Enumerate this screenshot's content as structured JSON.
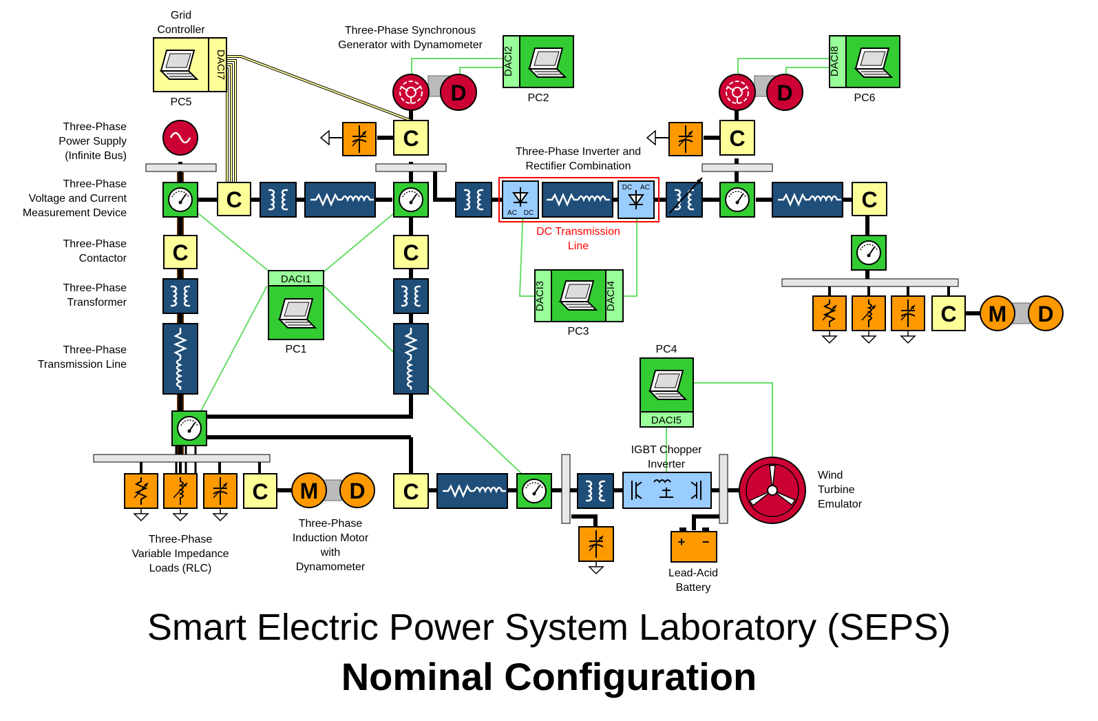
{
  "labels": {
    "grid_controller": [
      "Grid",
      "Controller"
    ],
    "pc5": "PC5",
    "daci7": "DACI7",
    "synch_gen": [
      "Three-Phase Synchronous",
      "Generator with Dynamometer"
    ],
    "daci2": "DACI2",
    "pc2": "PC2",
    "daci8": "DACI8",
    "pc6": "PC6",
    "power_supply": [
      "Three-Phase",
      "Power Supply",
      "(Infinite Bus)"
    ],
    "meas_device": [
      "Three-Phase",
      "Voltage and Current",
      "Measurement Device"
    ],
    "contactor": [
      "Three-Phase",
      "Contactor"
    ],
    "transformer": [
      "Three-Phase",
      "Transformer"
    ],
    "trans_line": [
      "Three-Phase",
      "Transmission Line"
    ],
    "inv_rect": [
      "Three-Phase Inverter and",
      "Rectifier Combination"
    ],
    "dc_line": [
      "DC Transmission",
      "Line"
    ],
    "daci1": "DACI1",
    "pc1": "PC1",
    "daci3": "DACI3",
    "daci4": "DACI4",
    "pc3": "PC3",
    "pc4": "PC4",
    "daci5": "DACI5",
    "igbt": [
      "IGBT Chopper",
      "Inverter"
    ],
    "wind": [
      "Wind",
      "Turbine",
      "Emulator"
    ],
    "battery": [
      "Lead-Acid",
      "Battery"
    ],
    "loads": [
      "Three-Phase",
      "Variable Impedance",
      "Loads (RLC)"
    ],
    "induction_motor": [
      "Three-Phase",
      "Induction Motor",
      "with",
      "Dynamometer"
    ],
    "ac": "AC",
    "dc": "DC",
    "c": "C",
    "m": "M",
    "d": "D",
    "plus": "+",
    "minus": "−"
  },
  "title": {
    "main": "Smart Electric Power System Laboratory (SEPS)",
    "sub": "Nominal Configuration"
  },
  "colors": {
    "green_box": "#33cc33",
    "yellow_box": "#ffff99",
    "blue_box": "#1f4e79",
    "orange_box": "#ff9900",
    "light_blue": "#99ccff",
    "maroon": "#cc0033",
    "dc_red": "#ff0000",
    "signal_green": "#66dd66",
    "laptop_bg": "#ffff99"
  }
}
